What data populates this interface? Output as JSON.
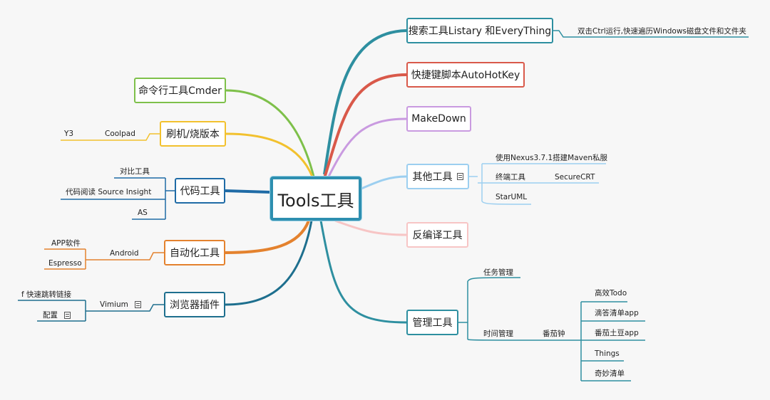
{
  "center": "Tools工具",
  "right": {
    "search": {
      "label": "搜索工具Listary 和EveryThing",
      "detail": "双击Ctrl运行,快速遍历Windows磁盘文件和文件夹"
    },
    "hotkey": {
      "label": "快捷键脚本AutoHotKey"
    },
    "makedown": {
      "label": "MakeDown"
    },
    "other": {
      "label": "其他工具",
      "items": [
        "使用Nexus3.7.1搭建Maven私服",
        "终端工具",
        "StarUML"
      ],
      "terminal_child": "SecureCRT"
    },
    "decompile": {
      "label": "反编译工具"
    },
    "manage": {
      "label": "管理工具",
      "task": "任务管理",
      "time": "时间管理",
      "pomodoro": "番茄钟",
      "apps": [
        "高效Todo",
        "滴答清单app",
        "番茄土豆app",
        "Things",
        "奇妙清单"
      ]
    }
  },
  "left": {
    "cmder": {
      "label": "命令行工具Cmder"
    },
    "flash": {
      "label": "刷机/烧版本",
      "child": "Coolpad",
      "grandchild": "Y3"
    },
    "code": {
      "label": "代码工具",
      "items": [
        "对比工具",
        "代码阅读 Source Insight",
        "AS"
      ]
    },
    "auto": {
      "label": "自动化工具",
      "child": "Android",
      "grandchildren": [
        "APP软件",
        "Espresso"
      ]
    },
    "browser": {
      "label": "浏览器插件",
      "child": "Vimium",
      "grandchildren": [
        "f 快速跳转链接",
        "配置"
      ]
    }
  },
  "colors": {
    "teal": "#2e8fa0",
    "red": "#d9594a",
    "purple": "#c99ae0",
    "lightblue": "#9ccff0",
    "pink": "#f7c5c5",
    "green": "#7ec04a",
    "yellow": "#f2c12e",
    "navy": "#1f6ba6",
    "orange": "#e4822e",
    "darkteal": "#1e6f8e",
    "center_border": "#2e8fb0"
  }
}
